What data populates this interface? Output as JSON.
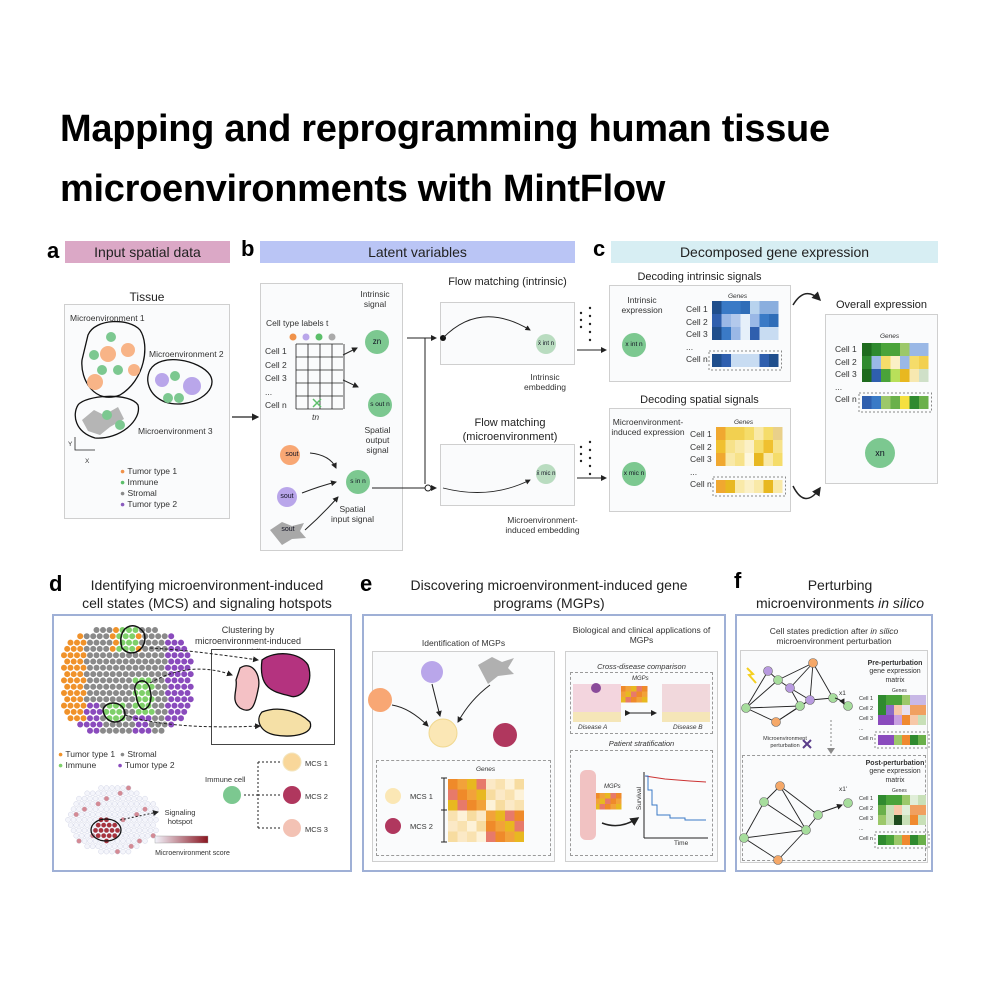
{
  "title": {
    "line1": "Mapping and reprogramming human tissue",
    "line2": "microenvironments with MintFlow"
  },
  "panel_a": {
    "letter": "a",
    "header": "Input spatial data",
    "tissue_title": "Tissue",
    "micro1": "Microenvironment 1",
    "micro2": "Microenvironment 2",
    "micro3": "Microenvironment 3",
    "axis_y": "Y",
    "axis_x": "X",
    "legend": [
      {
        "label": "Tumor type 1",
        "color": "#f0924a"
      },
      {
        "label": "Immune",
        "color": "#5cbf6a"
      },
      {
        "label": "Stromal",
        "color": "#8a8a8a"
      },
      {
        "label": "Tumor type 2",
        "color": "#8a5bbd"
      }
    ]
  },
  "panel_b": {
    "letter": "b",
    "header": "Latent variables",
    "cell_type_labels": "Cell type labels t",
    "rows": [
      "Cell 1",
      "Cell 2",
      "Cell 3",
      "...",
      "Cell n"
    ],
    "tn": "tn",
    "intrinsic_signal": "Intrinsic signal",
    "z_label": "zn",
    "s_out_label": "s out n",
    "spatial_output_signal": "Spatial output signal",
    "s_in_label": "s in n",
    "spatial_input_signal": "Spatial input signal",
    "sout": "sout",
    "flow_intrinsic": "Flow matching (intrinsic)",
    "intrinsic_embedding": "Intrinsic embedding",
    "x_int_bar": "x̄ int n",
    "flow_micro": "Flow matching (microenvironment)",
    "micro_embedding": "Microenvironment-induced embedding",
    "x_mic_bar": "x̄ mic n"
  },
  "panel_c": {
    "letter": "c",
    "header": "Decomposed gene expression",
    "decoding_intrinsic": "Decoding intrinsic signals",
    "intrinsic_expression": "Intrinsic expression",
    "decoding_spatial": "Decoding spatial signals",
    "micro_expression": "Microenvironment-induced expression",
    "overall": "Overall expression",
    "genes": "Genes",
    "rows": [
      "Cell 1",
      "Cell 2",
      "Cell 3",
      "...",
      "Cell n"
    ],
    "x_int": "x int n",
    "x_mic": "x mic n",
    "x_n": "xn",
    "heat_intrinsic": [
      [
        "#1f4e8c",
        "#3a7ac6",
        "#3a7ac6",
        "#2f6db8",
        "#b8d3ee",
        "#8aaede",
        "#8aaede"
      ],
      [
        "#2f5fae",
        "#9ab8e6",
        "#b3c9ec",
        "#e6f0fa",
        "#9ab8e6",
        "#3a7ac6",
        "#2f6db8"
      ],
      [
        "#1f4e8c",
        "#3a7ac6",
        "#9ab8e6",
        "#e6f0fa",
        "#2f5fae",
        "#c8dcf2",
        "#c8dcf2"
      ],
      [
        "#1f4e8c",
        "#2f5fae",
        "#c8dcf2",
        "#c8dcf2",
        "#c8dcf2",
        "#2f5fae",
        "#1f4e8c"
      ]
    ],
    "heat_micro": [
      [
        "#f0a830",
        "#f2d050",
        "#f2d050",
        "#f5dc6a",
        "#f9e9a8",
        "#f5dc6a",
        "#e9d08a"
      ],
      [
        "#f0c030",
        "#f7e28a",
        "#f9e9a8",
        "#fbf0c6",
        "#f5dc6a",
        "#f0c030",
        "#f7e28a"
      ],
      [
        "#f0a830",
        "#f9e9a8",
        "#f7e28a",
        "#fdf7dd",
        "#e8b820",
        "#f9e9a8",
        "#f5dc6a"
      ],
      [
        "#f0a830",
        "#e8b820",
        "#f9e9a8",
        "#fbf0c6",
        "#f9e9a8",
        "#e8b820",
        "#f9e9a8"
      ]
    ],
    "heat_overall": [
      [
        "#1e6b1e",
        "#2f8a2f",
        "#4aa33a",
        "#4aa33a",
        "#9cc86a",
        "#9ab8e6",
        "#9ab8e6"
      ],
      [
        "#2f8a2f",
        "#9ab8e6",
        "#f5dc6a",
        "#fbf0c6",
        "#9ab8e6",
        "#f5dc6a",
        "#f2d050"
      ],
      [
        "#1e6b1e",
        "#2f5fae",
        "#4aa33a",
        "#b9e05a",
        "#e8b820",
        "#f7e8b0",
        "#cfe0c8"
      ],
      [
        "#2f5fae",
        "#3a7ac6",
        "#9cc86a",
        "#6ab04a",
        "#f5e040",
        "#2f8a2f",
        "#6ab04a"
      ]
    ]
  },
  "panel_d": {
    "letter": "d",
    "title_line1": "Identifying microenvironment-induced",
    "title_line2": "cell states (MCS) and signaling hotspots",
    "clustering": "Clustering by microenvironment-induced embedding",
    "legend": [
      {
        "label": "Tumor type 1",
        "color": "#f0922a"
      },
      {
        "label": "Stromal",
        "color": "#8a8a8a"
      },
      {
        "label": "Immune",
        "color": "#7fd06a"
      },
      {
        "label": "Tumor type 2",
        "color": "#8a4bbd"
      }
    ],
    "signaling_hotspot": "Signaling hotspot",
    "micro_score": "Microenvironment score",
    "immune_cell": "Immune cell",
    "mcs": [
      {
        "label": "MCS 1",
        "color": "#f9d79a"
      },
      {
        "label": "MCS 2",
        "color": "#b0375e"
      },
      {
        "label": "MCS 3",
        "color": "#f3c2b4"
      }
    ]
  },
  "panel_e": {
    "letter": "e",
    "title_line1": "Discovering microenvironment-induced gene",
    "title_line2": "programs (MGPs)",
    "identification": "Identification of MGPs",
    "genes": "Genes",
    "mcs1": "MCS 1",
    "mcs2": "MCS 2",
    "applications": "Biological and clinical applications of MGPs",
    "cross_disease": "Cross-disease comparison",
    "mgps": "MGPs",
    "disease_a": "Disease A",
    "disease_b": "Disease B",
    "patient_strat": "Patient stratification",
    "survival": "Survival",
    "time": "Time"
  },
  "panel_f": {
    "letter": "f",
    "title_line1": "Perturbing",
    "title_line2_plain": "microenvironments ",
    "title_line2_ital": "in silico",
    "subtitle_a": "Cell states prediction after ",
    "subtitle_ital": "in silico",
    "subtitle_b": "microenvironment perturbation",
    "pre_bold": "Pre-perturbation",
    "pre_rest": "gene expression matrix",
    "post_bold": "Post-perturbation",
    "post_rest": "gene expression matrix",
    "genes": "Genes",
    "rows": [
      "Cell 1",
      "Cell 2",
      "Cell 3",
      "...",
      "Cell n"
    ],
    "perturbation": "Microenvironment perturbation",
    "x1": "x1",
    "x1p": "x1'"
  }
}
